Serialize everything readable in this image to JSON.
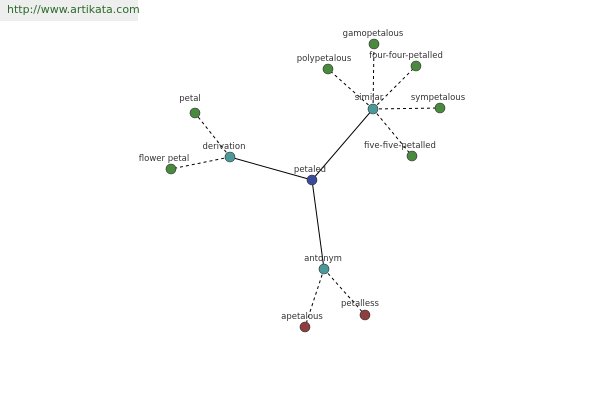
{
  "banner": {
    "url": "http://www.artikata.com"
  },
  "colors": {
    "center_node": "#3a4a9a",
    "hub_node": "#4a9a9a",
    "leaf_node": "#4a8a3e",
    "antonym_leaf_node": "#8e3e3e",
    "edge": "#000000"
  },
  "graph": {
    "nodes": [
      {
        "id": "petaled",
        "label": "petaled",
        "type": "center"
      },
      {
        "id": "similar",
        "label": "similar",
        "type": "hub"
      },
      {
        "id": "derivation",
        "label": "derivation",
        "type": "hub"
      },
      {
        "id": "antonym",
        "label": "antonym",
        "type": "hub"
      },
      {
        "id": "gamopetalous",
        "label": "gamopetalous",
        "type": "leaf"
      },
      {
        "id": "polypetalous",
        "label": "polypetalous",
        "type": "leaf"
      },
      {
        "id": "four-four-petalled",
        "label": "four-four-petalled",
        "type": "leaf"
      },
      {
        "id": "sympetalous",
        "label": "sympetalous",
        "type": "leaf"
      },
      {
        "id": "five-five-petalled",
        "label": "five-five-petalled",
        "type": "leaf"
      },
      {
        "id": "petal",
        "label": "petal",
        "type": "leaf"
      },
      {
        "id": "flower-petal",
        "label": "flower petal",
        "type": "leaf"
      },
      {
        "id": "apetalous",
        "label": "apetalous",
        "type": "antonym_leaf"
      },
      {
        "id": "petalless",
        "label": "petalless",
        "type": "antonym_leaf"
      }
    ],
    "edges": [
      {
        "from": "petaled",
        "to": "similar",
        "style": "solid"
      },
      {
        "from": "petaled",
        "to": "derivation",
        "style": "solid"
      },
      {
        "from": "petaled",
        "to": "antonym",
        "style": "solid"
      },
      {
        "from": "similar",
        "to": "gamopetalous",
        "style": "dashed"
      },
      {
        "from": "similar",
        "to": "polypetalous",
        "style": "dashed"
      },
      {
        "from": "similar",
        "to": "four-four-petalled",
        "style": "dashed"
      },
      {
        "from": "similar",
        "to": "sympetalous",
        "style": "dashed"
      },
      {
        "from": "similar",
        "to": "five-five-petalled",
        "style": "dashed"
      },
      {
        "from": "derivation",
        "to": "petal",
        "style": "dashed"
      },
      {
        "from": "derivation",
        "to": "flower-petal",
        "style": "dashed"
      },
      {
        "from": "antonym",
        "to": "apetalous",
        "style": "dashed"
      },
      {
        "from": "antonym",
        "to": "petalless",
        "style": "dashed"
      }
    ]
  }
}
